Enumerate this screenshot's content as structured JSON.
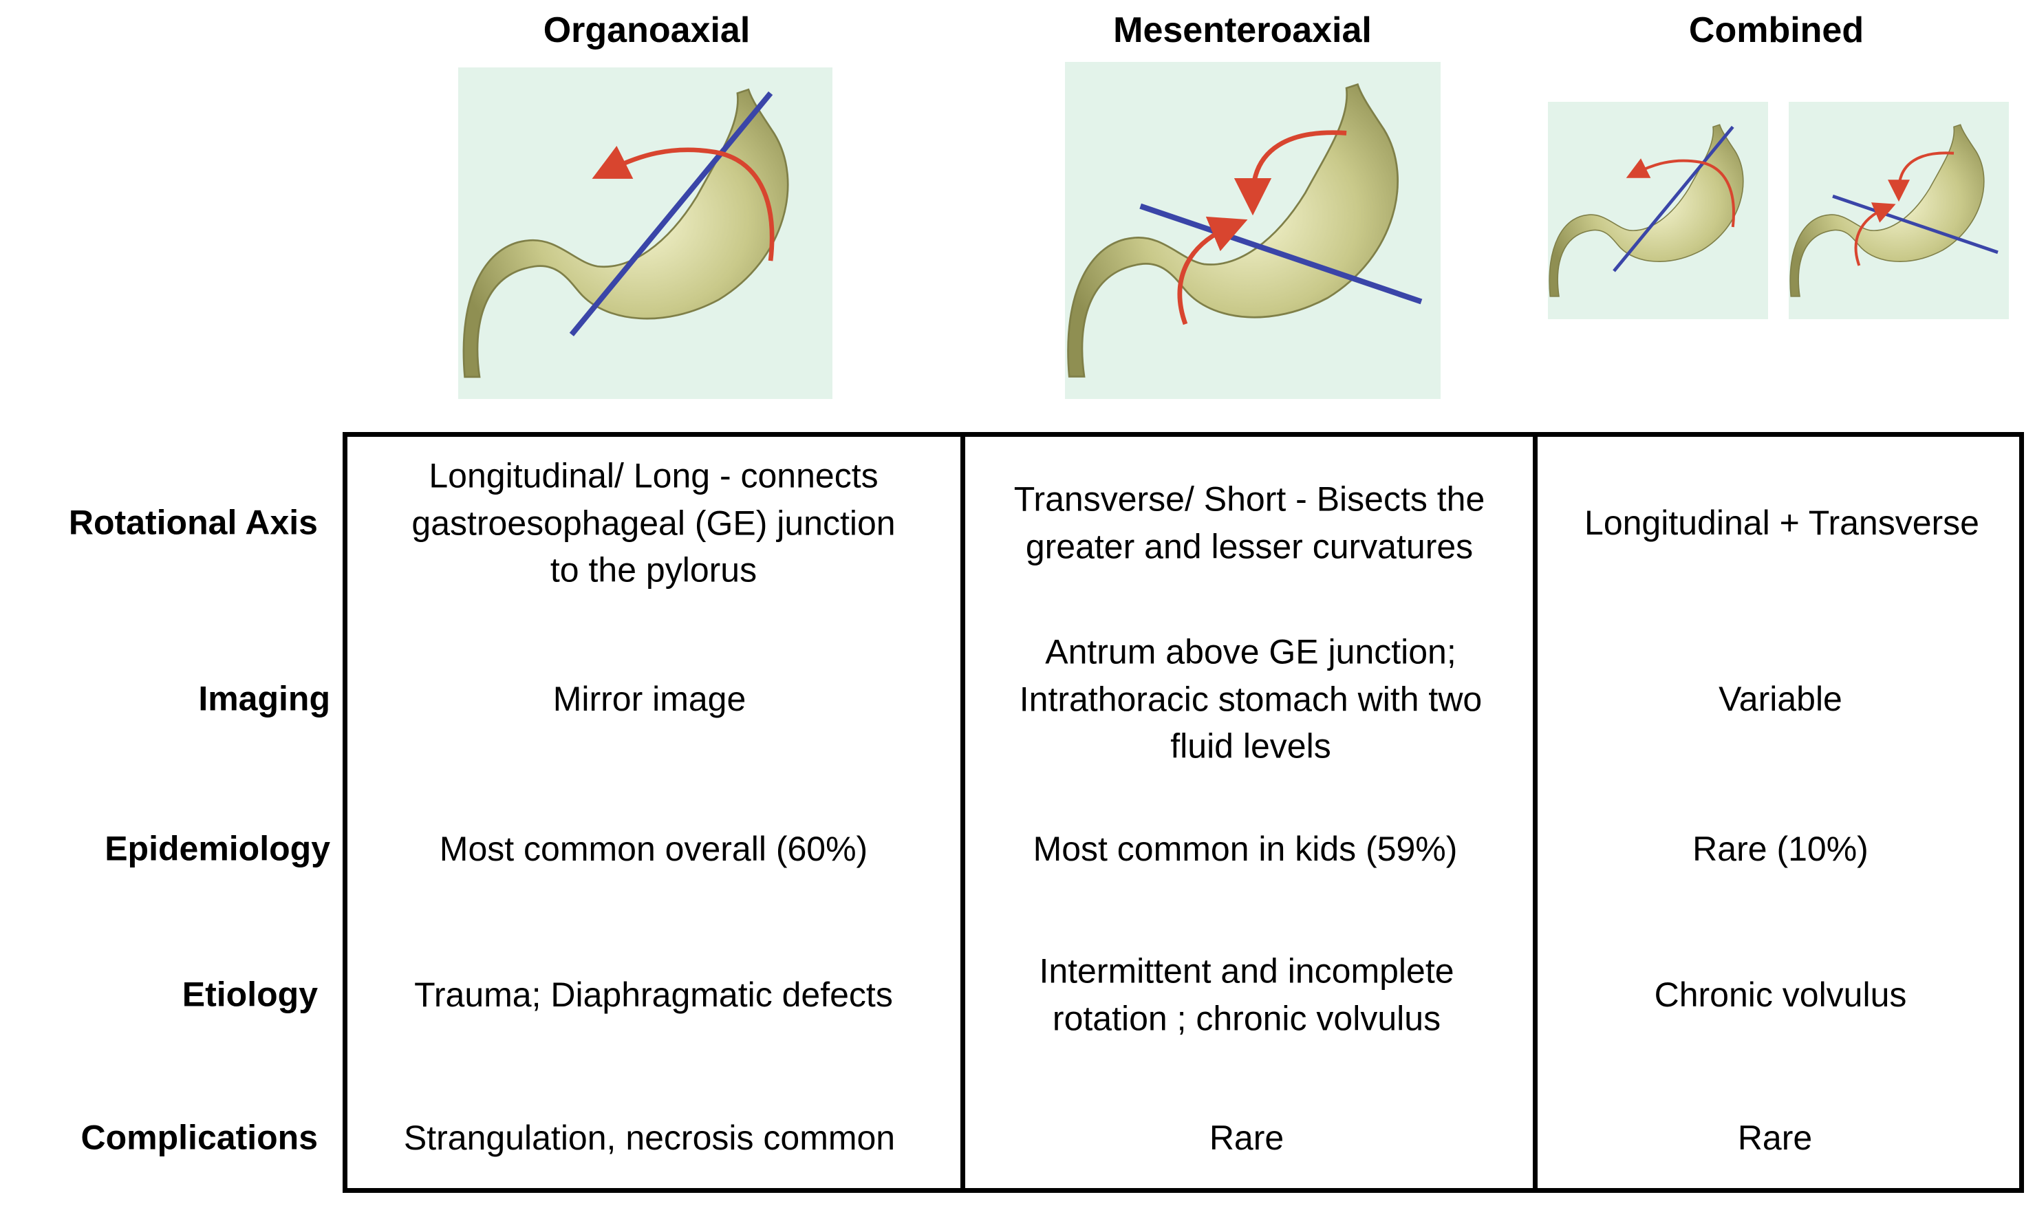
{
  "columns": [
    {
      "title": "Organoaxial"
    },
    {
      "title": "Mesenteroaxial"
    },
    {
      "title": "Combined"
    }
  ],
  "rows": [
    {
      "label": "Rotational Axis",
      "cells": [
        [
          "Longitudinal/ Long - connects",
          "gastroesophageal (GE) junction",
          "to the pylorus"
        ],
        [
          "Transverse/ Short - Bisects the",
          "greater and lesser curvatures"
        ],
        [
          "Longitudinal + Transverse"
        ]
      ]
    },
    {
      "label": "Imaging",
      "cells": [
        [
          "Mirror image"
        ],
        [
          "Antrum above GE junction;",
          "Intrathoracic stomach with two",
          "fluid levels"
        ],
        [
          "Variable"
        ]
      ]
    },
    {
      "label": "Epidemiology",
      "cells": [
        [
          "Most common overall (60%)"
        ],
        [
          "Most common in kids (59%)"
        ],
        [
          "Rare (10%)"
        ]
      ]
    },
    {
      "label": "Etiology",
      "cells": [
        [
          "Trauma; Diaphragmatic defects"
        ],
        [
          "Intermittent and incomplete",
          "rotation ; chronic volvulus"
        ],
        [
          "Chronic volvulus"
        ]
      ]
    },
    {
      "label": "Complications",
      "cells": [
        [
          "Strangulation, necrosis common"
        ],
        [
          "Rare"
        ],
        [
          "Rare"
        ]
      ]
    }
  ],
  "colors": {
    "stomach": "#c9c98a",
    "stomach_dark": "#8f8f52",
    "axis": "#3a45a8",
    "arrow": "#d8452f",
    "panel_bg": "#e3f3ea"
  }
}
